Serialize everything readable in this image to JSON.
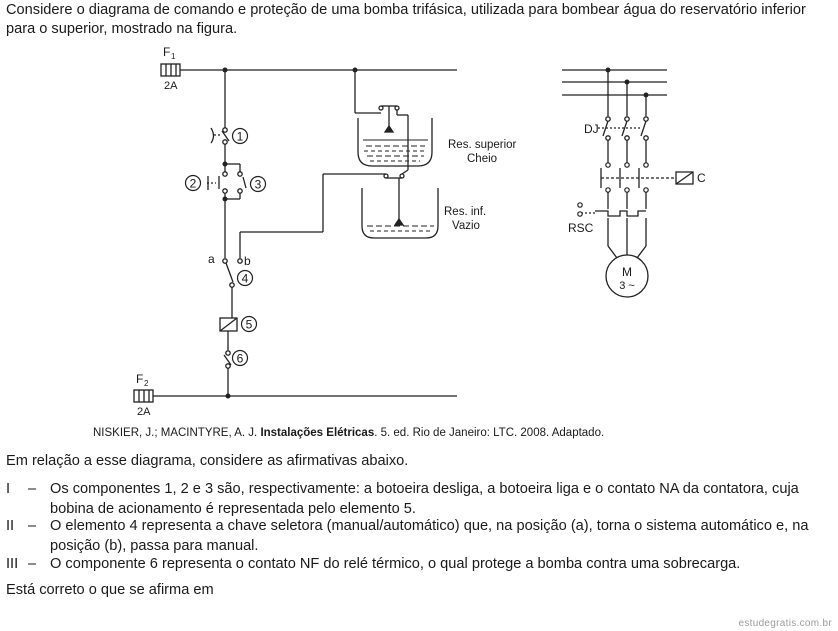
{
  "question": {
    "intro": "Considere o diagrama de comando e proteção de uma bomba trifásica, utilizada para bombear água do reservatório inferior para o superior, mostrado na figura."
  },
  "diagram": {
    "fuse_top": "F",
    "fuse_top_sub": "1",
    "fuse_top_rating": "2A",
    "fuse_bottom": "F",
    "fuse_bottom_sub": "2",
    "fuse_bottom_rating": "2A",
    "labels": {
      "c1": "1",
      "c2": "2",
      "c3": "3",
      "c4": "4",
      "c5": "5",
      "c6": "6",
      "a": "a",
      "b": "b"
    },
    "res_superior": "Res. superior",
    "res_superior_state": "Cheio",
    "res_inferior": "Res. inf.",
    "res_inferior_state": "Vazio",
    "dj": "DJ",
    "c": "C",
    "rsc": "RSC",
    "motor": "M",
    "motor_sub": "3 ~"
  },
  "citation": {
    "authors": "NISKIER, J.; MACINTYRE, A. J.",
    "title": "Instalações Elétricas",
    "rest": ". 5. ed. Rio de Janeiro: LTC. 2008. Adaptado."
  },
  "lead": "Em relação a esse diagrama, considere as afirmativas abaixo.",
  "statements": [
    {
      "num": "I",
      "dash": "–",
      "text": "Os componentes 1, 2 e 3 são, respectivamente: a botoeira desliga, a botoeira liga e o contato NA da contatora, cuja bobina de acionamento é representada pelo elemento 5."
    },
    {
      "num": "II",
      "dash": "–",
      "text": "O elemento 4 representa a chave seletora (manual/automático) que, na posição (a), torna o sistema automático e, na posição (b), passa para manual."
    },
    {
      "num": "III",
      "dash": "–",
      "text": "O componente 6 representa o contato NF do relé térmico, o qual protege a bomba contra uma sobrecarga."
    }
  ],
  "closing": "Está correto o que se afirma em",
  "watermark": "estudegratis.com.br"
}
